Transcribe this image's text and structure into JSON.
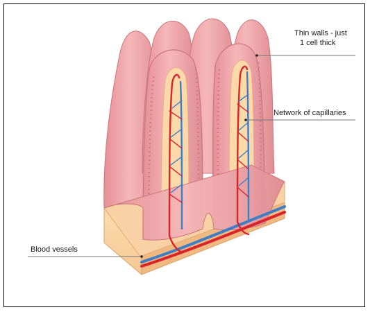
{
  "labels": {
    "thin_walls_line1": "Thin walls - just",
    "thin_walls_line2": "1 cell thick",
    "capillaries": "Network of capillaries",
    "blood_vessels": "Blood  vessels"
  },
  "colors": {
    "villus_pink": "#f2a7aa",
    "villus_pink_dark": "#d27e84",
    "core_cream": "#fbd9a9",
    "artery_red": "#d9242b",
    "vein_blue": "#3d7ec6",
    "leader_line": "#777777"
  },
  "icons": [
    "leader-dot-icon"
  ]
}
